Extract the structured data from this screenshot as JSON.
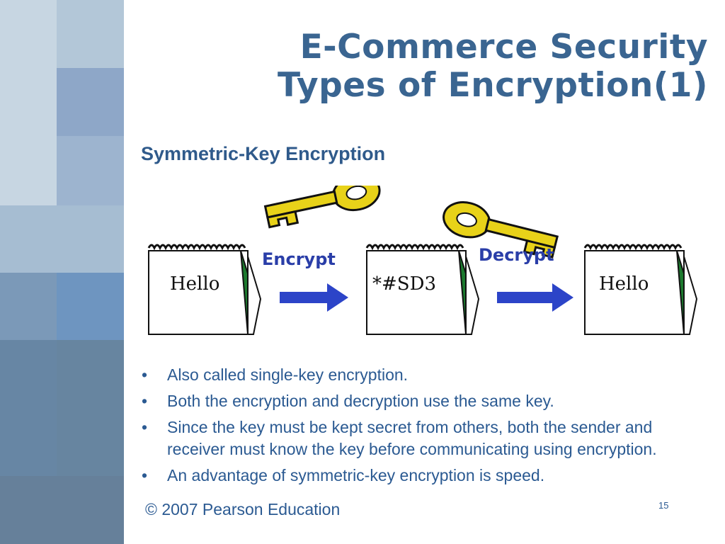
{
  "slide": {
    "title_line1": "E-Commerce Security",
    "title_line2": "Types of Encryption(1)",
    "subtitle": "Symmetric-Key Encryption"
  },
  "diagram": {
    "encrypt_label": "Encrypt",
    "decrypt_label": "Decrypt",
    "plaintext_in": "Hello",
    "ciphertext": "*#SD3",
    "plaintext_out": "Hello"
  },
  "bullets": [
    "Also called single-key encryption.",
    "Both the encryption and decryption use the same key.",
    " Since the key must be kept secret from others, both the sender and receiver must know the key before communicating using encryption.",
    "An advantage of symmetric-key encryption is speed."
  ],
  "bullet_symbol": "•",
  "footer": {
    "copyright": "© 2007 Pearson Education",
    "page_number": "15"
  },
  "colors": {
    "title": "#3a6591",
    "text": "#2b5a92",
    "arrow": "#2c44c8",
    "key": "#e8d219"
  }
}
